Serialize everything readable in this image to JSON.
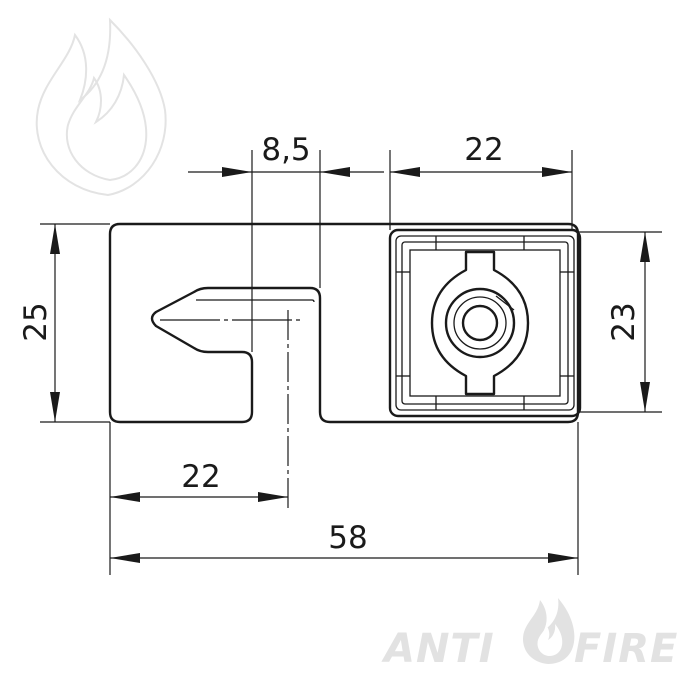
{
  "dimensions": {
    "slot_width": "8,5",
    "square_width": "22",
    "total_height": "25",
    "square_height": "23",
    "slot_depth": "22",
    "total_length": "58"
  },
  "brand": {
    "left_word": "ANTI",
    "right_word": "FIRE"
  },
  "colors": {
    "line": "#1a1a1a",
    "watermark": "#e2e2e2"
  },
  "icons": [
    "flame-watermark-icon",
    "brand-flame-icon"
  ]
}
